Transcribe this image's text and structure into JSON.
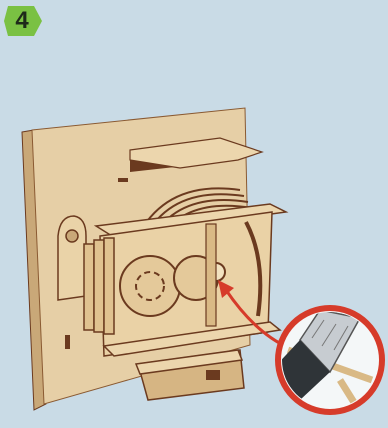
{
  "step": {
    "number": "4",
    "badge_color": "#7ac143"
  },
  "icons": {
    "callout": "detail-callout-circle",
    "tool": "utility-knife-icon",
    "arrow": "pointer-arrow"
  },
  "colors": {
    "background": "#c9dbe6",
    "wood_face": "#e9d0a4",
    "wood_dark": "#c9a878",
    "burnt_edge": "#6b3a1f",
    "callout_ring": "#d63b2a"
  }
}
